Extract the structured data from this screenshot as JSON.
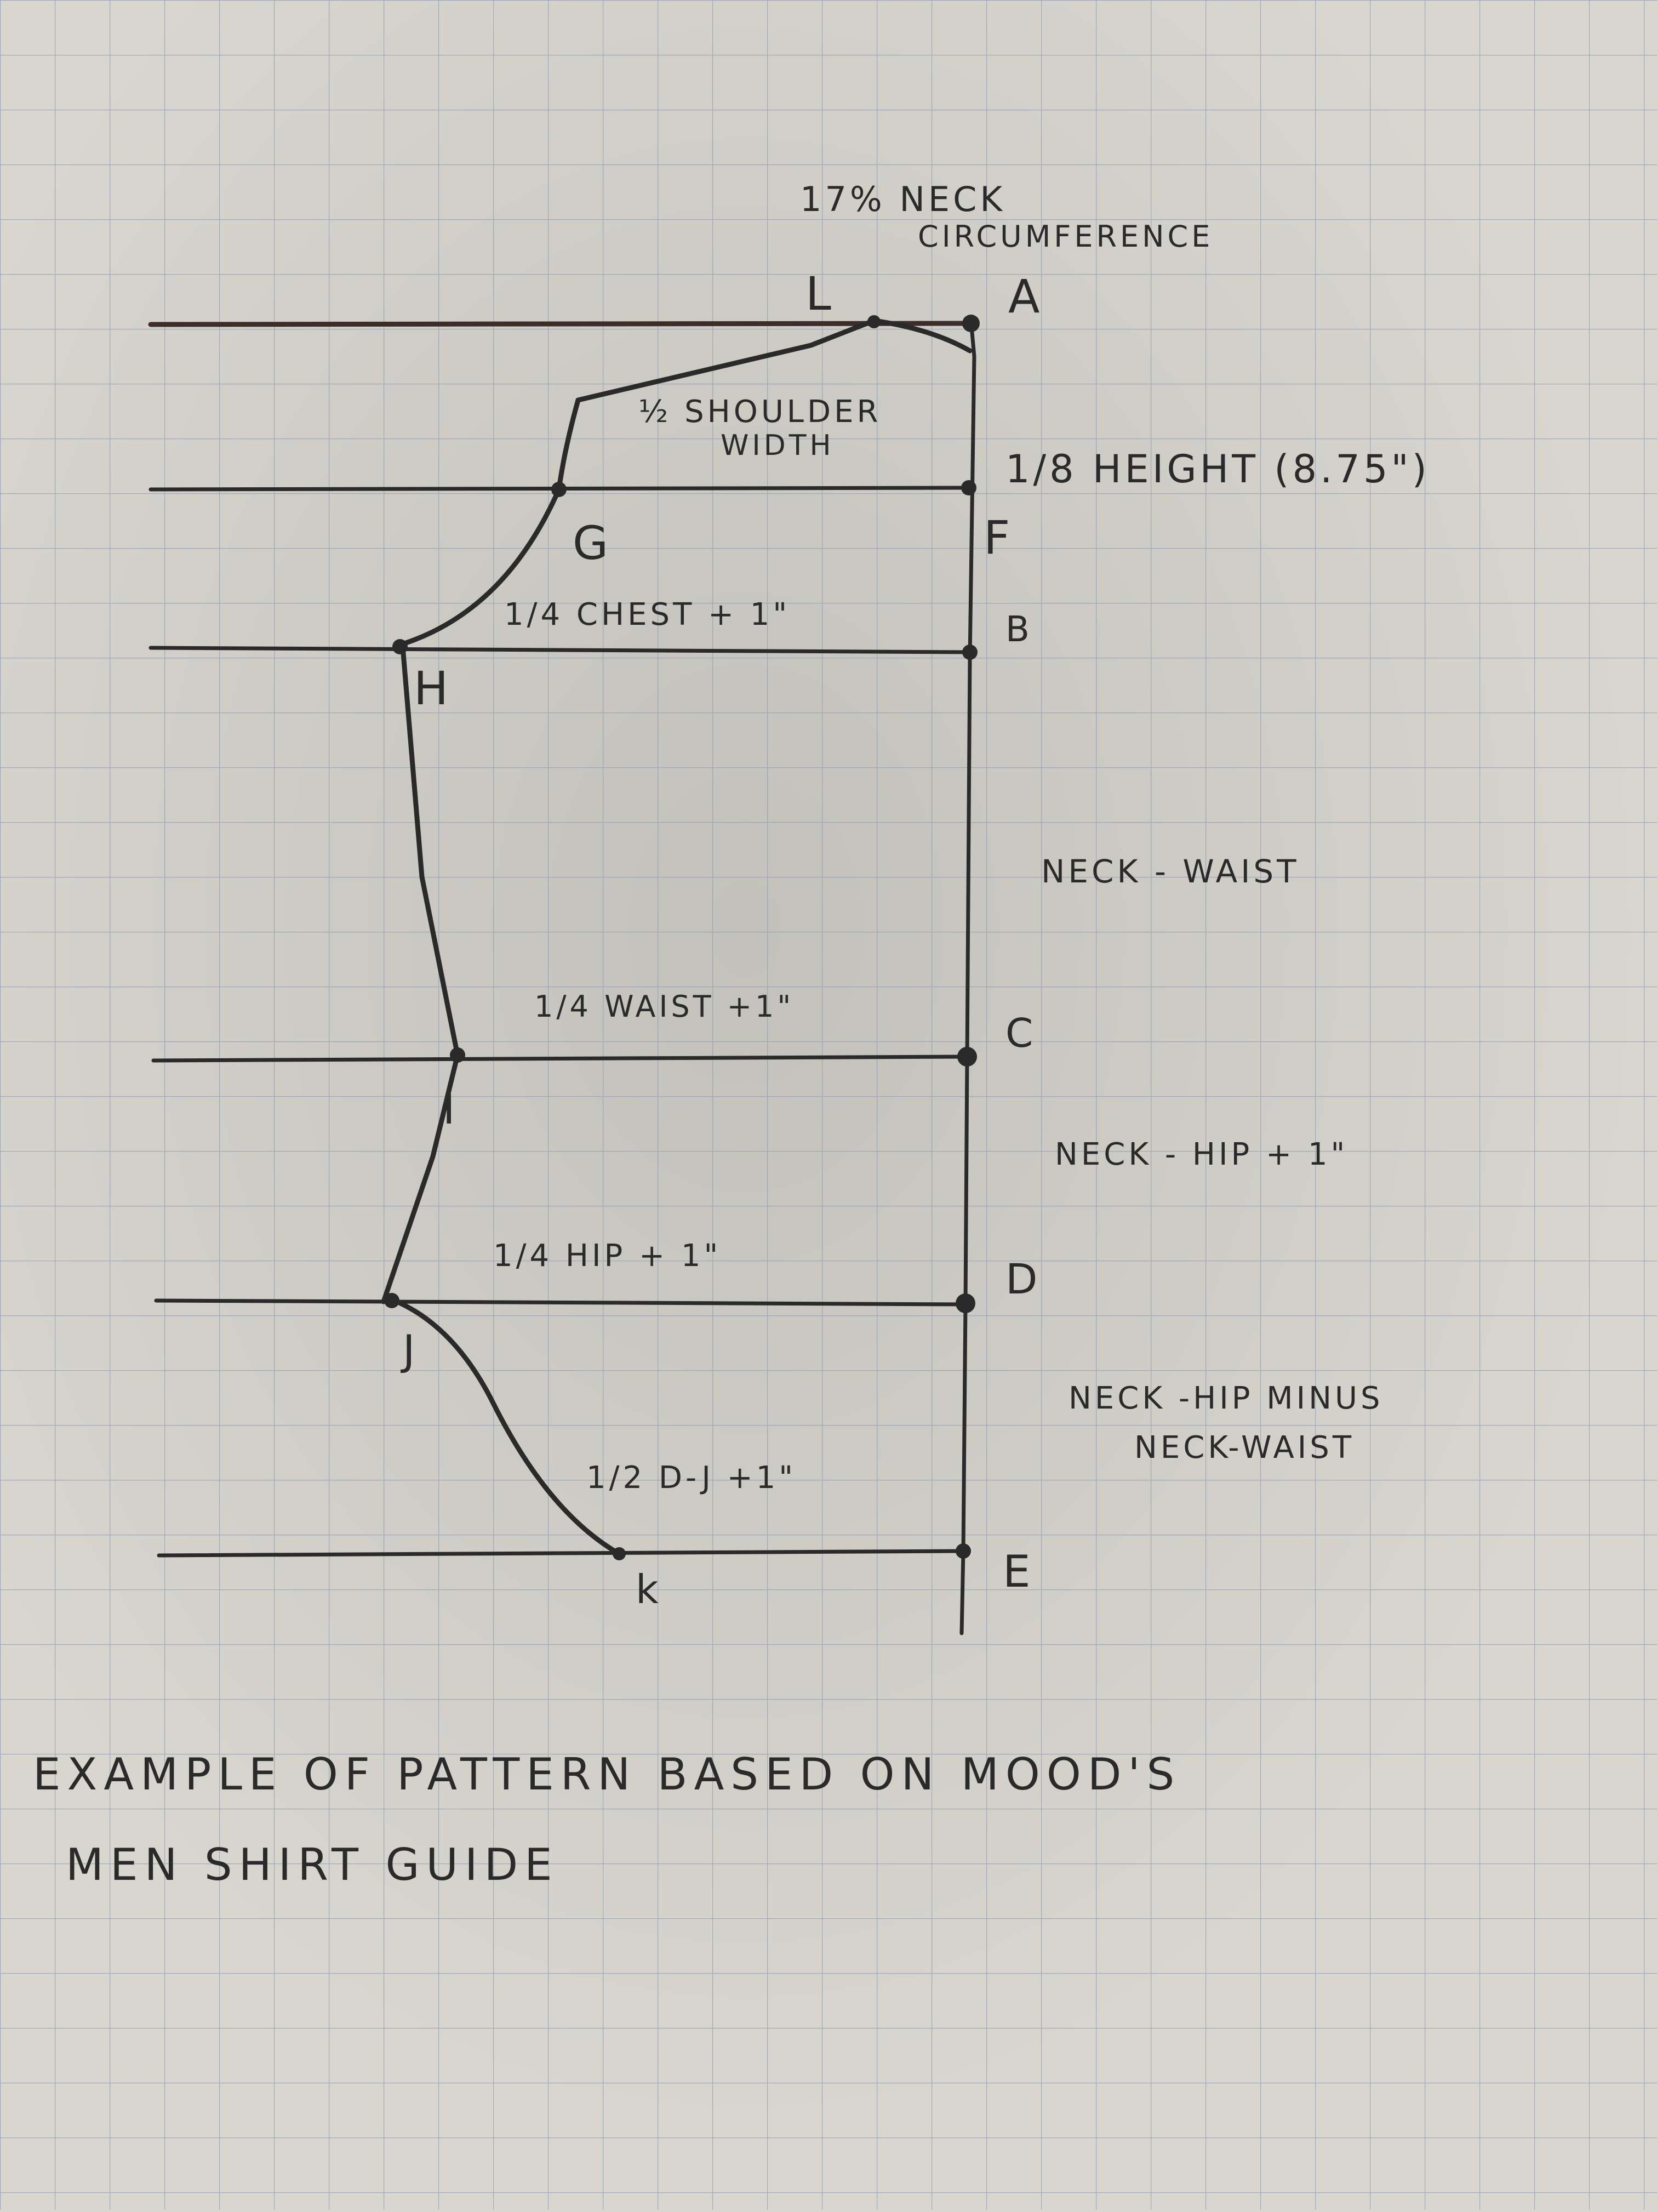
{
  "colors": {
    "paper": "#d8d6cf",
    "grid": "#8f9db4",
    "ink": "#2a2a2a",
    "ruler_line": "#3a2e28"
  },
  "points": {
    "A": "A",
    "F": "F",
    "B": "B",
    "C": "C",
    "D": "D",
    "E": "E",
    "L": "L",
    "G": "G",
    "H": "H",
    "I": "I",
    "J": "J",
    "K": "k"
  },
  "annotations": {
    "neck_line1": "17% NECK",
    "neck_line2": "CIRCUMFERENCE",
    "shoulder_line1": "½ SHOULDER",
    "shoulder_line2": "WIDTH",
    "height": "1/8 HEIGHT (8.75\")",
    "chest": "1/4 CHEST + 1\"",
    "waist": "1/4 WAIST +1\"",
    "hip": "1/4 HIP + 1\"",
    "hem": "1/2 D-J +1\"",
    "neck_waist": "NECK - WAIST",
    "neck_hip": "NECK - HIP + 1\"",
    "neck_hip_minus_line1": "NECK -HIP MINUS",
    "neck_hip_minus_line2": "NECK-WAIST"
  },
  "caption": {
    "line1": "EXAMPLE OF PATTERN BASED ON MOOD'S",
    "line2": "MEN SHIRT GUIDE"
  }
}
